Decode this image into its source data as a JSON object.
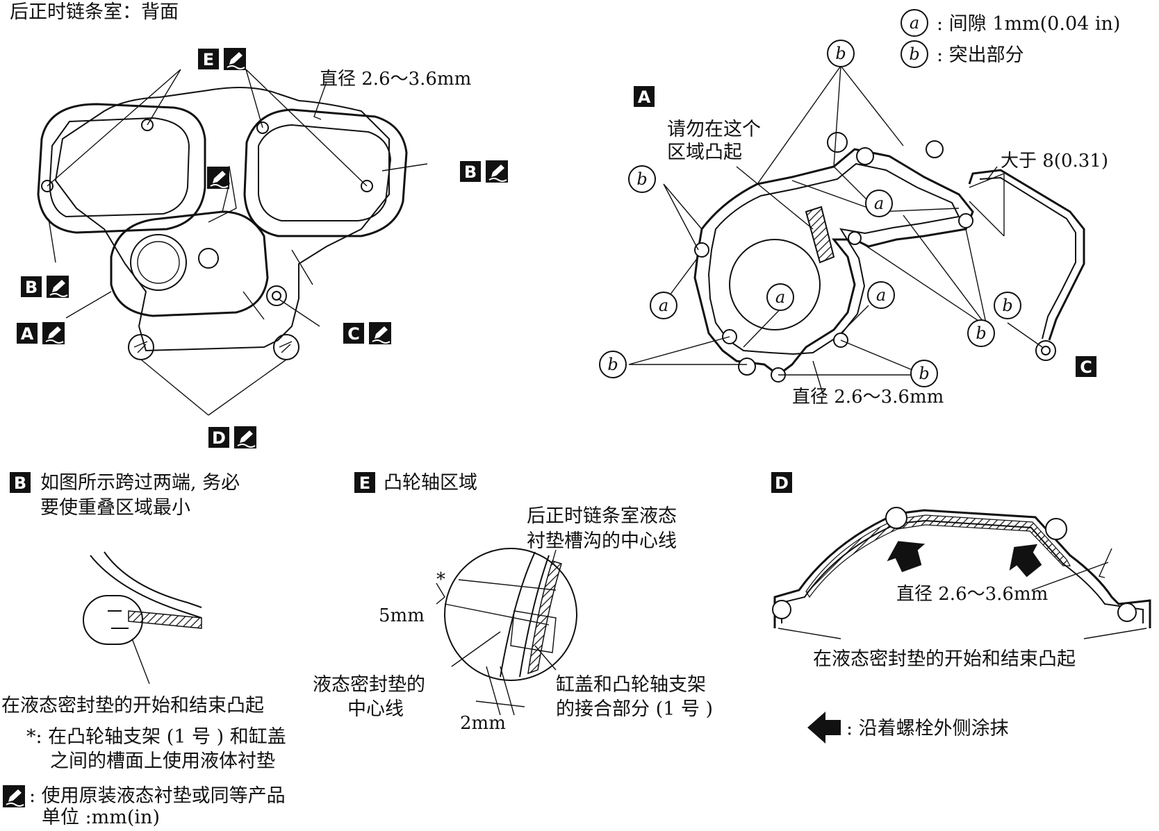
{
  "title": "后正时链条室：背面",
  "legend": {
    "a_key": "a",
    "a_text": ": 间隙 1mm(0.04 in)",
    "b_key": "b",
    "b_text": ": 突出部分"
  },
  "callout_letters": {
    "A": "A",
    "B": "B",
    "C": "C",
    "D": "D",
    "E": "E",
    "a": "a",
    "b": "b"
  },
  "main_view": {
    "diameter": "直径 2.6～3.6mm"
  },
  "detail_a": {
    "do_not_protrude_line1": "请勿在这个",
    "do_not_protrude_line2": "区域凸起",
    "greater_than": "大于 8(0.31)",
    "diameter": "直径 2.6～3.6mm"
  },
  "detail_b": {
    "heading_line1": "如图所示跨过两端, 务必",
    "heading_line2": "要使重叠区域最小",
    "caption": "在液态密封垫的开始和结束凸起"
  },
  "detail_e": {
    "heading": "凸轮轴区域",
    "centerline_label_line1": "后正时链条室液态",
    "centerline_label_line2": "衬垫槽沟的中心线",
    "star": "*",
    "dim_5mm": "5mm",
    "dim_2mm": "2mm",
    "gasket_centerline_line1": "液态密封垫的",
    "gasket_centerline_line2": "中心线",
    "joint_line1": "缸盖和凸轮轴支架",
    "joint_line2": "的接合部分 (1 号 )"
  },
  "detail_d": {
    "diameter": "直径 2.6～3.6mm",
    "caption": "在液态密封垫的开始和结束凸起",
    "arrow_legend": ": 沿着螺栓外侧涂抹"
  },
  "notes": {
    "star_note_line1": "*: 在凸轮轴支架 (1 号 ) 和缸盖",
    "star_note_line2": "之间的槽面上使用液体衬垫",
    "genuine_line1": ": 使用原装液态衬垫或同等产品",
    "genuine_line2": "单位 :mm(in)"
  }
}
